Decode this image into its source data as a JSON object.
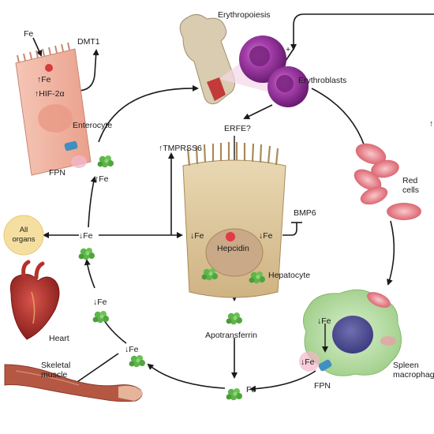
{
  "labels": {
    "erythropoiesis": "Erythropoiesis",
    "erythroblasts": "Erythroblasts",
    "plus": "+",
    "erfe": "ERFE?",
    "fe_top": "Fe",
    "dmt1": "DMT1",
    "up_fe_cell": "↑Fe",
    "up_hif": "↑HIF-2α",
    "enterocyte": "Enterocyte",
    "fpn_left": "FPN",
    "up_fe_left": "↑Fe",
    "tmprss6": "↑TMPRSS6",
    "bmp6": "BMP6",
    "down_fe_hep_left": "↓Fe",
    "down_fe_hep_right": "↓Fe",
    "hepcidin": "Hepcidin",
    "hepatocyte": "Hepatocyte",
    "apotransferrin": "Apotransferrin",
    "all_organs": "All organs",
    "down_fe_circle": "↓Fe",
    "down_fe_heart": "↓Fe",
    "heart": "Heart",
    "down_fe_muscle": "↓Fe",
    "skeletal_muscle": "Skeletal muscle",
    "fe_bottom": "Fe",
    "red_cells": "Red cells",
    "down_fe_mac": "↓Fe",
    "down_fe_fpn": "↓Fe",
    "fpn_right": "FPN",
    "spleen_macrophage": "Spleen macrophage",
    "arrow_up_edge": "↑"
  },
  "colors": {
    "arrow": "#1a1a1a",
    "iron_cluster": "#5fb54a",
    "erythroblast": "#a23ea8",
    "red_cell": "#e8868f",
    "hepatocyte": "#d9c39a",
    "enterocyte": "#f2b8a6",
    "macrophage": "#b8dba6",
    "heart": "#b5312c",
    "fpn": "#3f8fc0",
    "all_organs_fill": "#f5dfa0"
  },
  "icons": {
    "bone": "bone-marrow-icon",
    "heart": "heart-icon",
    "arm": "arm-muscle-icon",
    "iron": "iron-cluster-icon"
  }
}
